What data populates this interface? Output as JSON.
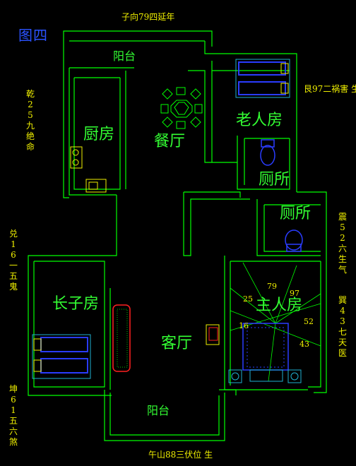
{
  "figure_label": "图四",
  "top_label": "子向79四延年",
  "bottom_label": "午山88三伏位 生",
  "side_labels": {
    "qian": "乾25九绝命",
    "dui": "兑16一五鬼",
    "kun": "坤61五六煞",
    "gen": "艮97二祸害 生",
    "zhen": "震52六生气",
    "xun": "巽43七天医"
  },
  "rooms": {
    "balcony_top": "阳台",
    "kitchen": "厨房",
    "dining": "餐厅",
    "elder_room": "老人房",
    "toilet_upper": "厕所",
    "toilet_lower": "厕所",
    "eldest_son_room": "长子房",
    "living_room": "客厅",
    "master_bedroom": "主人房",
    "balcony_bottom": "阳台"
  },
  "bagua_degrees": [
    "79",
    "97",
    "25",
    "52",
    "16",
    "43"
  ],
  "colors": {
    "wall": "#00ff00",
    "text_yellow": "#f0f000",
    "text_green": "#33ff33",
    "furniture_blue": "#2a3cff",
    "furniture_cyan": "#20b0d0",
    "sofa_red": "#ff2020"
  }
}
